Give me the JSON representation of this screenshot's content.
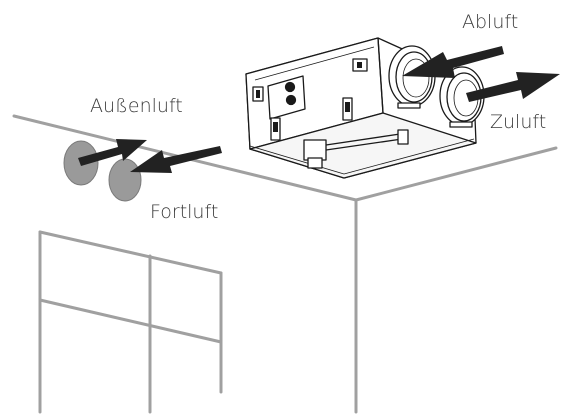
{
  "labels": {
    "exhaust_air": "Abluft",
    "supply_air": "Zuluft",
    "outdoor_air": "Außenluft",
    "discharge_air": "Fortluft"
  },
  "colors": {
    "room_lines": "#a0a0a0",
    "arrows": "#222222",
    "wall_holes": "#9a9a9a",
    "unit_outline": "#1a1a1a"
  }
}
